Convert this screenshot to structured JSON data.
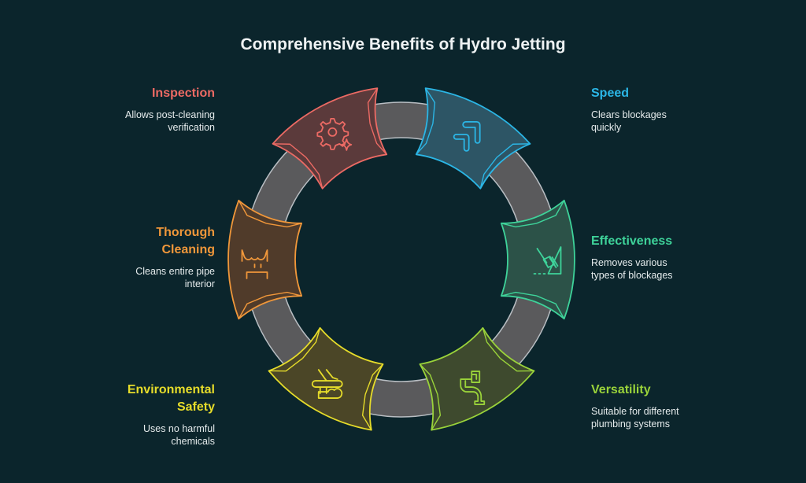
{
  "title": "Comprehensive Benefits of Hydro Jetting",
  "ring": {
    "band_color": "#5a5a5c",
    "band_edge_color": "#b9bec3"
  },
  "benefits": [
    {
      "id": "speed",
      "title": "Speed",
      "description": "Clears blockages quickly",
      "color": "#2bb6e6",
      "fill": "#2d5565",
      "icon": "speed-arrows-icon",
      "side": "right"
    },
    {
      "id": "effectiveness",
      "title": "Effectiveness",
      "description": "Removes various types of blockages",
      "color": "#3ed39a",
      "fill": "#2c5248",
      "icon": "broom-sweeping-icon",
      "side": "right"
    },
    {
      "id": "versatility",
      "title": "Versatility",
      "description": "Suitable for different plumbing systems",
      "color": "#9ad33a",
      "fill": "#3e4a2e",
      "icon": "pipe-fitting-icon",
      "side": "right"
    },
    {
      "id": "environmental-safety",
      "title": "Environmental Safety",
      "description": "Uses no harmful chemicals",
      "color": "#e6dc2a",
      "fill": "#4b4627",
      "icon": "eco-cleaning-icon",
      "side": "left"
    },
    {
      "id": "thorough-cleaning",
      "title": "Thorough Cleaning",
      "description": "Cleans entire pipe interior",
      "color": "#f0973a",
      "fill": "#503b2a",
      "icon": "pipe-drain-icon",
      "side": "left"
    },
    {
      "id": "inspection",
      "title": "Inspection",
      "description": "Allows post-cleaning verification",
      "color": "#ec6a64",
      "fill": "#5b3a3b",
      "icon": "gear-sparkle-icon",
      "side": "left"
    }
  ]
}
